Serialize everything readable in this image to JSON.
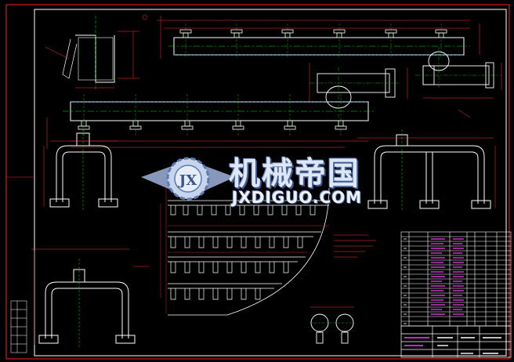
{
  "watermark": {
    "logo_letters": "JX",
    "name_cn": "机械帝国",
    "name_en": "JXDIGUO.COM"
  },
  "colors": {
    "background": "#000000",
    "border": "#ff2020",
    "outline": "#ffffff",
    "centerline": "#00e000",
    "dimension": "#ff3030",
    "hidden": "#00c0ff",
    "table_text": "#ff40ff",
    "watermark": "#dfe7f5"
  }
}
